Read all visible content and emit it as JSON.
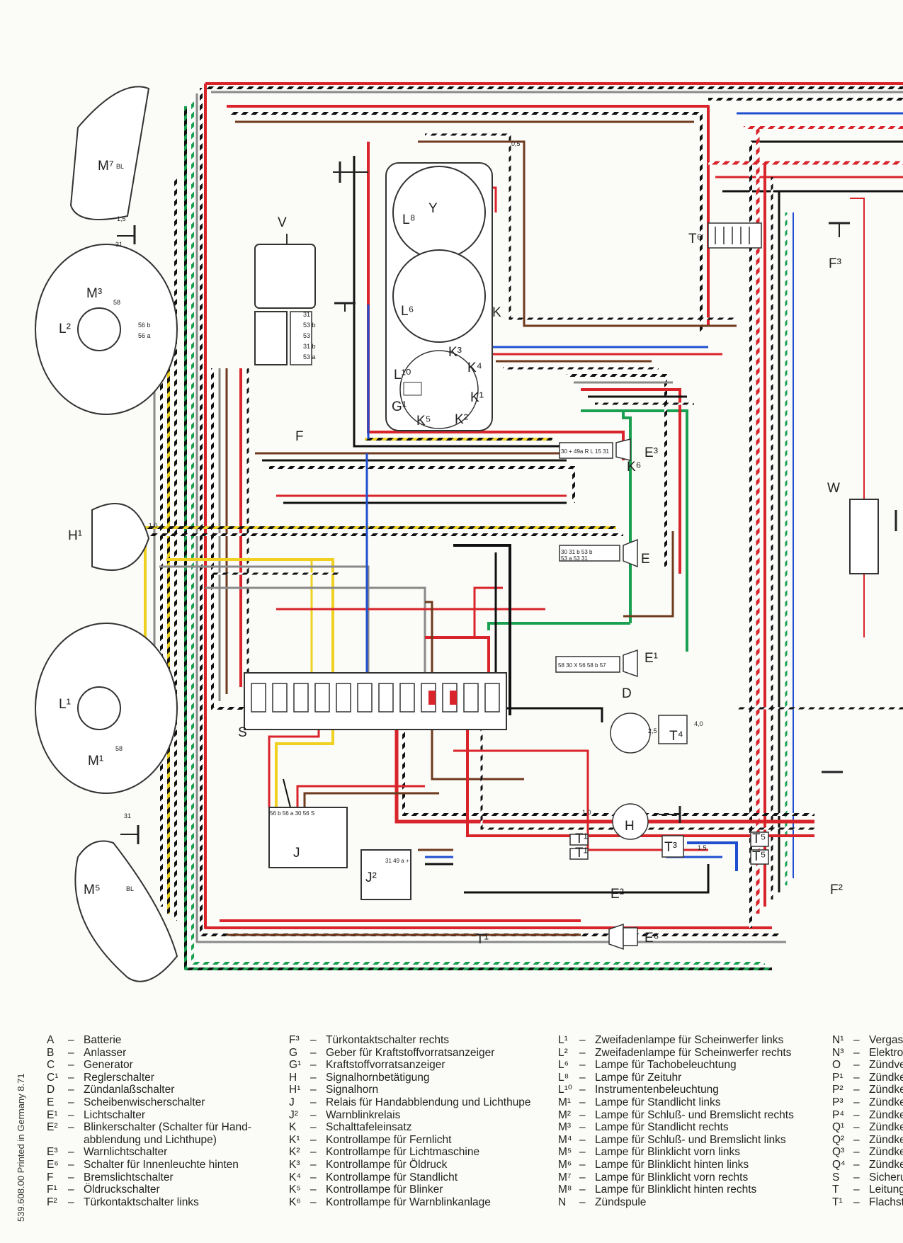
{
  "labels": {
    "M7": "M⁷",
    "BL1": "BL",
    "M3": "M³",
    "L2": "L²",
    "V": "V",
    "Y": "Y",
    "L8": "L⁸",
    "L6": "L⁶",
    "K": "K",
    "K3": "K³",
    "K4": "K⁴",
    "K1": "K¹",
    "K2": "K²",
    "K5": "K⁵",
    "L10": "L¹⁰",
    "G1": "G¹",
    "F": "F",
    "H1": "H¹",
    "T6": "T⁶",
    "F3": "F³",
    "E3": "E³",
    "K6": "K⁶",
    "E": "E",
    "W": "W",
    "E1": "E¹",
    "D": "D",
    "T4": "T⁴",
    "S": "S",
    "L1": "L¹",
    "M1": "M¹",
    "M5": "M⁵",
    "BL2": "BL",
    "J": "J",
    "J2": "J²",
    "H": "H",
    "T1a": "T¹",
    "T1b": "T¹",
    "T3": "T³",
    "T5a": "T⁵",
    "T5b": "T⁵",
    "E2": "E²",
    "F2": "F²",
    "E6": "E⁶",
    "T1c": "T¹"
  },
  "gauges": {
    "g10a": "1,0",
    "g05a": "0,5",
    "g15a": "1,5",
    "g31a": "31",
    "g31b": "31",
    "g56b": "56 b",
    "g56a": "56 a",
    "g58a": "58",
    "g58b": "58",
    "g31c": "31",
    "g53b": "53 b",
    "g53": "53",
    "g31d": "31 b",
    "g53a": "53 a",
    "g25a": "2,5",
    "g40a": "4,0",
    "g10b": "1,0",
    "g15b": "1,5"
  },
  "pins": {
    "e3": "30 + 49a R  L 15 31",
    "e": "30  31 b  53 b",
    "e_low": "53 a    53    31",
    "e1": "58  30  X  56  58 b 57",
    "j": "56 b 56 a 30  56   S",
    "j2": "31  49 a  +"
  },
  "side_note": "539.608.00  Printed in Germany  8.71",
  "legend": {
    "col1": [
      {
        "code": "A",
        "text": "Batterie"
      },
      {
        "code": "B",
        "text": "Anlasser"
      },
      {
        "code": "C",
        "text": "Generator"
      },
      {
        "code": "C¹",
        "text": "Reglerschalter"
      },
      {
        "code": "D",
        "text": "Zündanlaßschalter"
      },
      {
        "code": "E",
        "text": "Scheibenwischerschalter"
      },
      {
        "code": "E¹",
        "text": "Lichtschalter"
      },
      {
        "code": "E²",
        "text": "Blinkerschalter (Schalter für Hand-"
      },
      {
        "code": "",
        "text": "abblendung und Lichthupe)"
      },
      {
        "code": "E³",
        "text": "Warnlichtschalter"
      },
      {
        "code": "E⁶",
        "text": "Schalter für Innenleuchte hinten"
      },
      {
        "code": "F",
        "text": "Bremslichtschalter"
      },
      {
        "code": "F¹",
        "text": "Öldruckschalter"
      },
      {
        "code": "F²",
        "text": "Türkontaktschalter links"
      }
    ],
    "col2": [
      {
        "code": "F³",
        "text": "Türkontaktschalter rechts"
      },
      {
        "code": "G",
        "text": "Geber für Kraftstoffvorratsanzeiger"
      },
      {
        "code": "G¹",
        "text": "Kraftstoffvorratsanzeiger"
      },
      {
        "code": "H",
        "text": "Signalhornbetätigung"
      },
      {
        "code": "H¹",
        "text": "Signalhorn"
      },
      {
        "code": "J",
        "text": "Relais für Handabblendung und Lichthupe"
      },
      {
        "code": "J²",
        "text": "Warnblinkrelais"
      },
      {
        "code": "K",
        "text": "Schalttafeleinsatz"
      },
      {
        "code": "K¹",
        "text": "Kontrollampe für Fernlicht"
      },
      {
        "code": "K²",
        "text": "Kontrollampe für Lichtmaschine"
      },
      {
        "code": "K³",
        "text": "Kontrollampe für Öldruck"
      },
      {
        "code": "K⁴",
        "text": "Kontrollampe für Standlicht"
      },
      {
        "code": "K⁵",
        "text": "Kontrollampe für Blinker"
      },
      {
        "code": "K⁶",
        "text": "Kontrollampe für Warnblinkanlage"
      }
    ],
    "col3": [
      {
        "code": "L¹",
        "text": "Zweifadenlampe für Scheinwerfer links"
      },
      {
        "code": "L²",
        "text": "Zweifadenlampe für Scheinwerfer rechts"
      },
      {
        "code": "L⁶",
        "text": "Lampe für Tachobeleuchtung"
      },
      {
        "code": "L⁸",
        "text": "Lampe für Zeituhr"
      },
      {
        "code": "L¹⁰",
        "text": "Instrumentenbeleuchtung"
      },
      {
        "code": "M¹",
        "text": "Lampe für Standlicht links"
      },
      {
        "code": "M²",
        "text": "Lampe für Schluß- und Bremslicht rechts"
      },
      {
        "code": "M³",
        "text": "Lampe für Standlicht rechts"
      },
      {
        "code": "M⁴",
        "text": "Lampe für Schluß- und Bremslicht links"
      },
      {
        "code": "M⁵",
        "text": "Lampe für Blinklicht vorn links"
      },
      {
        "code": "M⁶",
        "text": "Lampe für Blinklicht hinten links"
      },
      {
        "code": "M⁷",
        "text": "Lampe für Blinklicht vorn rechts"
      },
      {
        "code": "M⁸",
        "text": "Lampe für Blinklicht hinten rechts"
      },
      {
        "code": "N",
        "text": "Zündspule"
      }
    ],
    "col4": [
      {
        "code": "N¹",
        "text": "Vergas"
      },
      {
        "code": "N³",
        "text": "Elektro"
      },
      {
        "code": "O",
        "text": "Zündve"
      },
      {
        "code": "P¹",
        "text": "Zündke"
      },
      {
        "code": "P²",
        "text": "Zündke"
      },
      {
        "code": "P³",
        "text": "Zündke"
      },
      {
        "code": "P⁴",
        "text": "Zündke"
      },
      {
        "code": "Q¹",
        "text": "Zündke"
      },
      {
        "code": "Q²",
        "text": "Zündke"
      },
      {
        "code": "Q³",
        "text": "Zündke"
      },
      {
        "code": "Q⁴",
        "text": "Zündke"
      },
      {
        "code": "S",
        "text": "Sicheru"
      },
      {
        "code": "T",
        "text": "Leitung"
      },
      {
        "code": "T¹",
        "text": "Flachst"
      }
    ]
  }
}
